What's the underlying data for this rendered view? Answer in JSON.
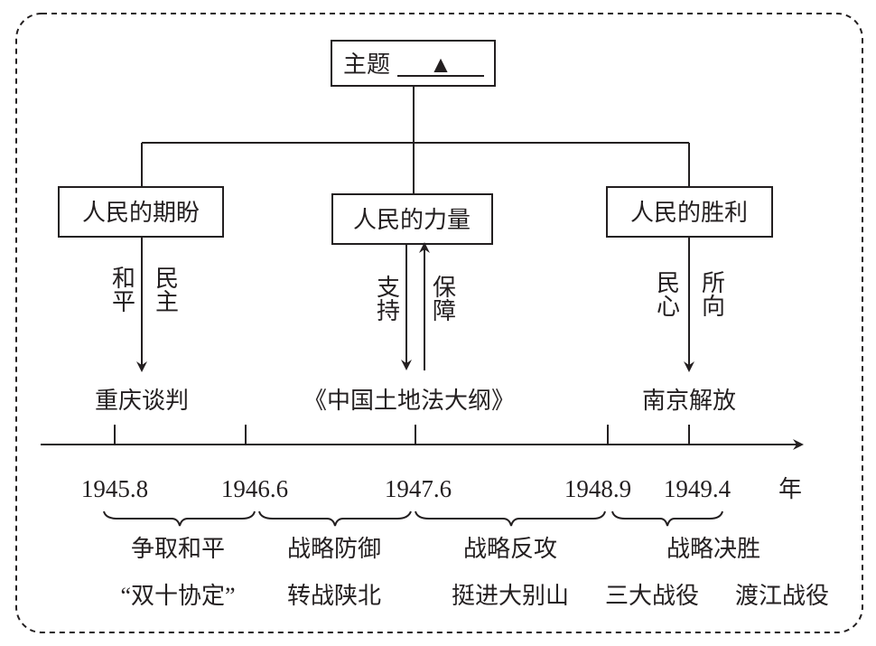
{
  "theme": {
    "label": "主题",
    "blank": "▲"
  },
  "branches": [
    {
      "title": "人民的期盼",
      "left": "和平",
      "right": "民主",
      "event": "重庆谈判"
    },
    {
      "title": "人民的力量",
      "left": "支持",
      "right": "保障",
      "event": "《中国土地法大纲》"
    },
    {
      "title": "人民的胜利",
      "left": "民心",
      "right": "所向",
      "event": "南京解放"
    }
  ],
  "timeline": {
    "unit": "年",
    "dates": [
      "1945.8",
      "1946.6",
      "1947.6",
      "1948.9",
      "1949.4"
    ]
  },
  "phases": [
    {
      "name": "争取和平",
      "events": [
        "“双十协定”"
      ]
    },
    {
      "name": "战略防御",
      "events": [
        "转战陕北"
      ]
    },
    {
      "name": "战略反攻",
      "events": [
        "挺进大别山"
      ]
    },
    {
      "name": "战略决胜",
      "events": [
        "三大战役",
        "渡江战役"
      ]
    }
  ]
}
